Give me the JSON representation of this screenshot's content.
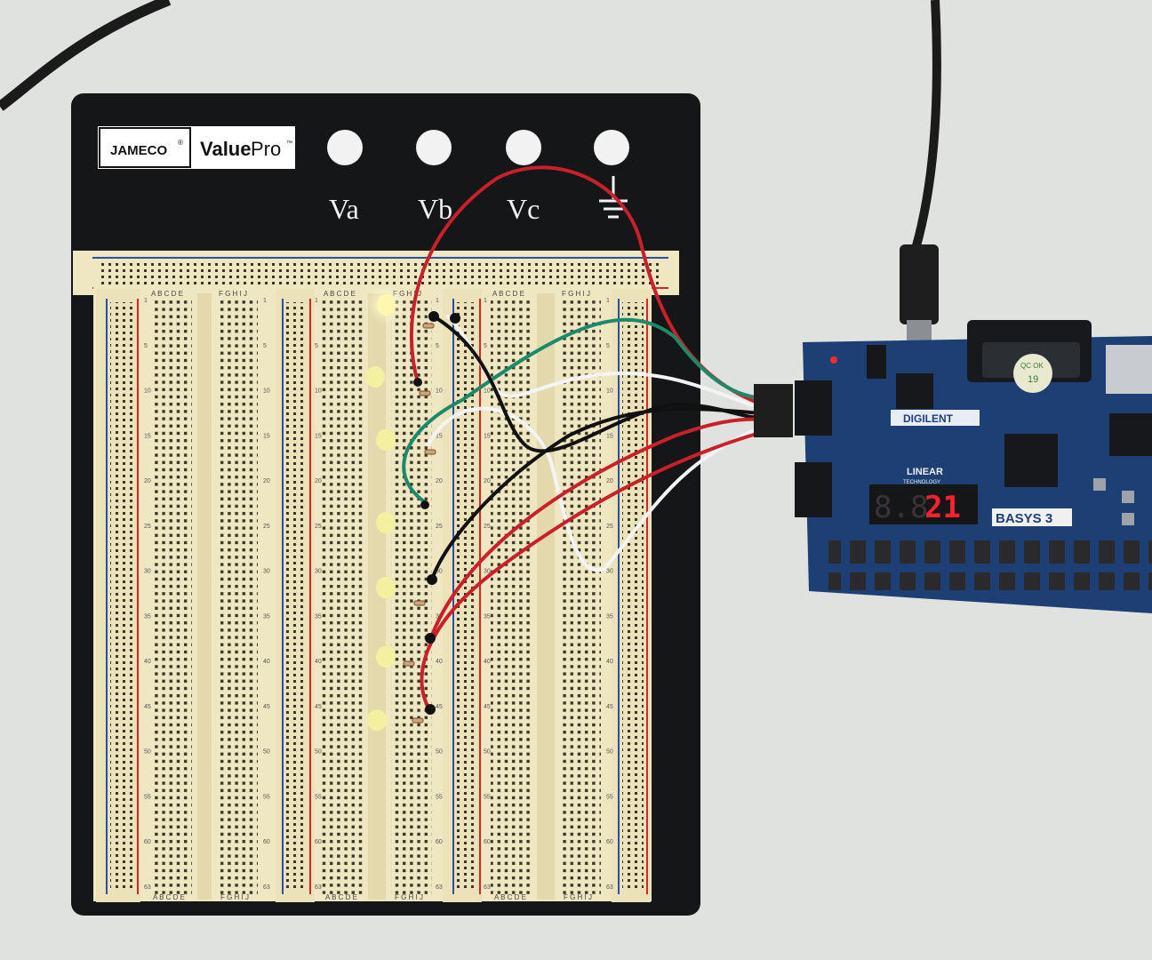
{
  "board": {
    "brand": "JAMECO",
    "brand_mark": "®",
    "product_bold": "Value",
    "product_regular": "Pro",
    "product_mark": "™",
    "terminals": [
      "Va",
      "Vb",
      "Vc"
    ],
    "ground_symbol": "ground-icon"
  },
  "breadboard": {
    "columns_left": "A B C D E",
    "columns_right": "F G H I J",
    "row_numbers": [
      "1",
      "5",
      "10",
      "15",
      "20",
      "25",
      "30",
      "35",
      "40",
      "45",
      "50",
      "55",
      "60",
      "63"
    ]
  },
  "fpga": {
    "maker": "DIGILENT",
    "model": "BASYS 3",
    "display_digits": "8.8.",
    "display_lit": "21",
    "qc_sticker_top": "QC OK",
    "qc_sticker_num": "19",
    "partner_logo": "LINEAR",
    "partner_sub": "TECHNOLOGY"
  },
  "colors": {
    "background": "#dfe2de",
    "plate": "#151618",
    "breadboard": "#efe7c2",
    "rail_red": "#d2262b",
    "rail_blue": "#2b4ea8",
    "wire_red": "#c9202a",
    "wire_green": "#1b8a6a",
    "wire_white": "#f4f4f4",
    "wire_black": "#111111",
    "pcb": "#1d3f74",
    "seg_on": "#ff2030",
    "led_yellow": "#f3f0a0"
  }
}
